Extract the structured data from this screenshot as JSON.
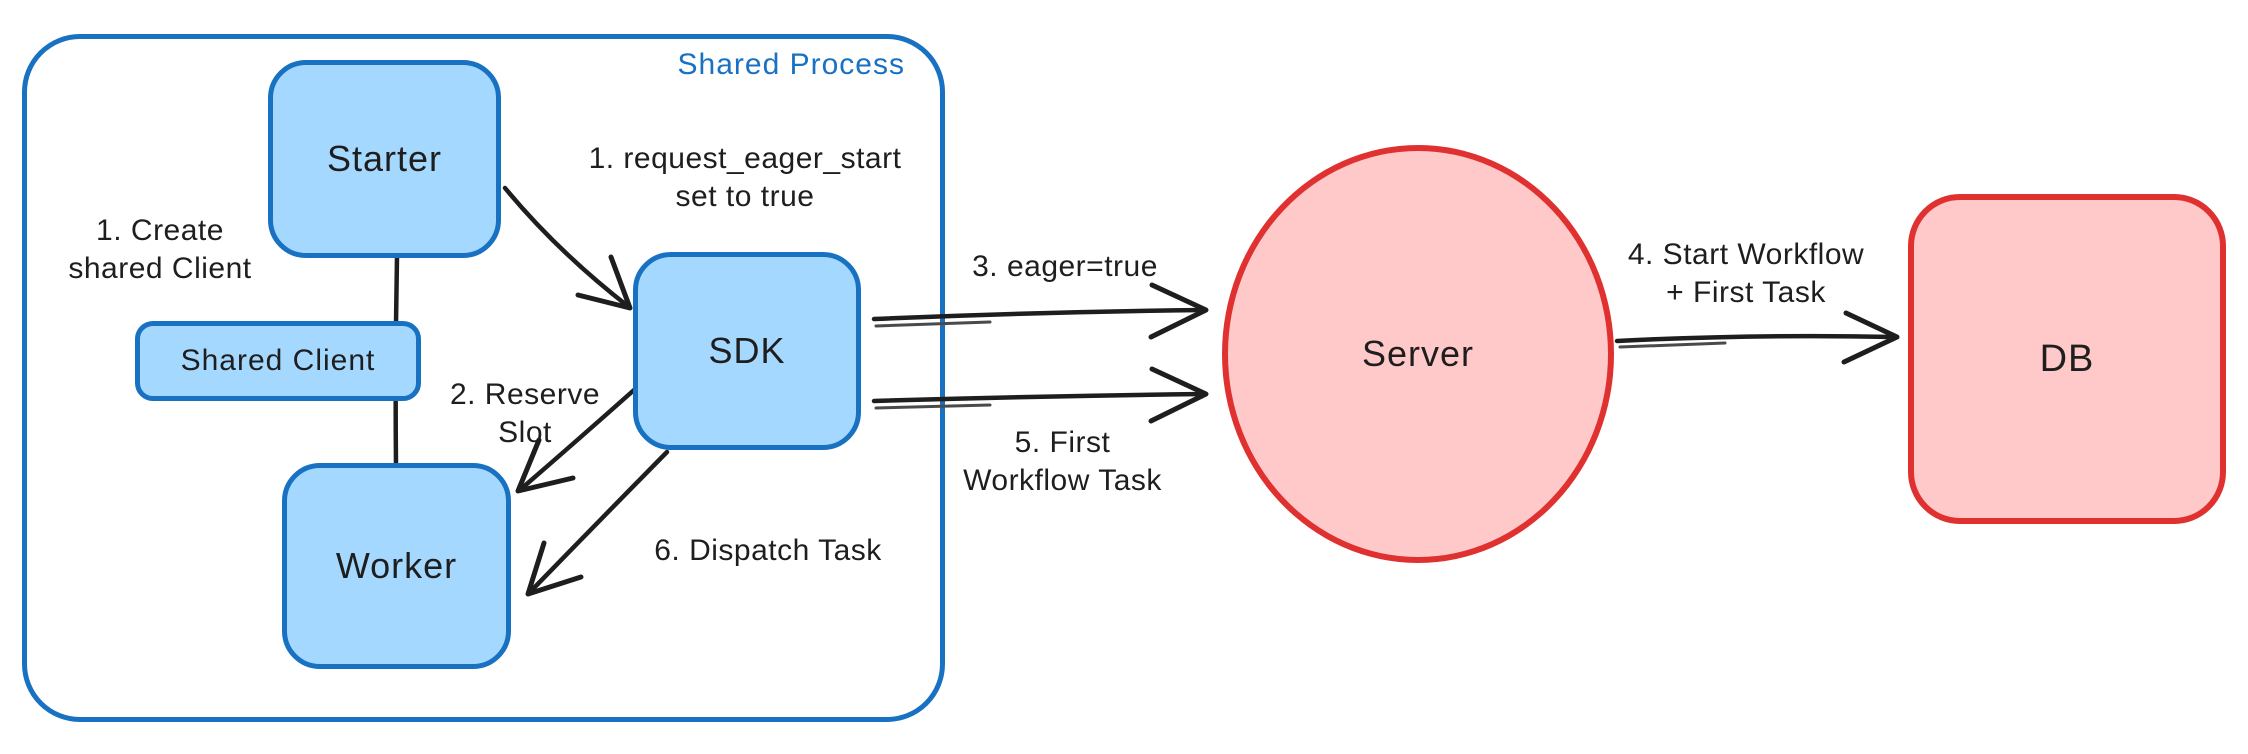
{
  "diagram": {
    "container": {
      "label": "Shared Process"
    },
    "nodes": {
      "starter": "Starter",
      "shared_client": "Shared Client",
      "worker": "Worker",
      "sdk": "SDK",
      "server": "Server",
      "db": "DB"
    },
    "annotations": {
      "create_client_line1": "1. Create",
      "create_client_line2": "shared Client",
      "request_eager_line1": "1. request_eager_start",
      "request_eager_line2": "set to true",
      "reserve_line1": "2. Reserve",
      "reserve_line2": "Slot",
      "eager_true": "3. eager=true",
      "start_workflow_line1": "4. Start Workflow",
      "start_workflow_line2": "+ First Task",
      "first_task_line1": "5. First",
      "first_task_line2": "Workflow Task",
      "dispatch_task": "6. Dispatch Task"
    },
    "colors": {
      "blue_stroke": "#1971c2",
      "blue_fill": "#a5d8ff",
      "red_stroke": "#e03131",
      "red_fill": "#ffc9c9",
      "text": "#1e1e1e"
    }
  }
}
